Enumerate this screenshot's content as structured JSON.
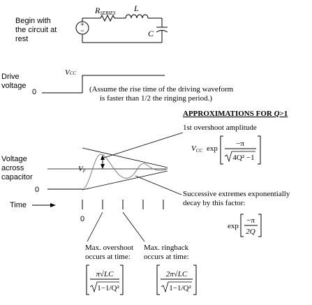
{
  "circuit": {
    "caption": [
      "Begin with",
      "the circuit at",
      "rest"
    ],
    "resistor_label": "R",
    "resistor_sub": "SERIES",
    "inductor_label": "L",
    "capacitor_label": "C",
    "source_plus": "+",
    "source_minus": "−"
  },
  "drive": {
    "label": [
      "Drive",
      "voltage"
    ],
    "zero": "0",
    "level_label": "V",
    "level_sub": "CC",
    "note": [
      "(Assume the rise time of the driving waveform",
      "is faster than 1/2 the ringing period.)"
    ]
  },
  "capacitor_plot": {
    "label": [
      "Voltage",
      "across",
      "capacitor"
    ],
    "zero": "0",
    "final_label": "V",
    "final_sub": "F",
    "time_label": "Time",
    "time_zero": "0"
  },
  "approximations": {
    "heading_prefix": "APPROXIMATIONS FOR ",
    "heading_q": "Q",
    "heading_suffix": ">1",
    "overshoot_label": "1st overshoot amplitude",
    "overshoot_v": "V",
    "overshoot_v_sub": "CC",
    "overshoot_exp": "exp",
    "overshoot_num": "−π",
    "overshoot_den": "4Q² −1",
    "decay_label": [
      "Successive extremes exponentially",
      "decay by this factor:"
    ],
    "decay_exp": "exp",
    "decay_num": "−π",
    "decay_den": "2Q"
  },
  "timing": {
    "overshoot_label": [
      "Max. overshoot",
      "occurs at time:"
    ],
    "overshoot_num": "π√LC",
    "overshoot_den": "1−1/Q²",
    "ringback_label": [
      "Max. ringback",
      "occurs at time:"
    ],
    "ringback_num": "2π√LC",
    "ringback_den": "1−1/Q²"
  }
}
